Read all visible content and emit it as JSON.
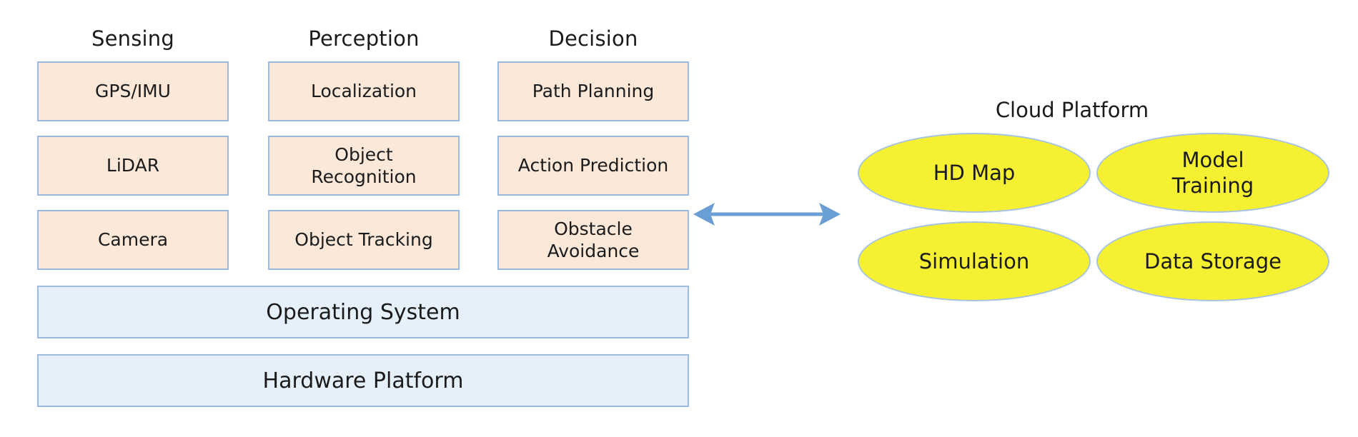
{
  "columns": [
    {
      "title": "Sensing",
      "items": [
        "GPS/IMU",
        "LiDAR",
        "Camera"
      ]
    },
    {
      "title": "Perception",
      "items": [
        "Localization",
        "Object\nRecognition",
        "Object Tracking"
      ]
    },
    {
      "title": "Decision",
      "items": [
        "Path Planning",
        "Action Prediction",
        "Obstacle\nAvoidance"
      ]
    }
  ],
  "layers": {
    "os": "Operating System",
    "hardware": "Hardware Platform"
  },
  "cloud": {
    "title": "Cloud Platform",
    "items": [
      "HD Map",
      "Model\nTraining",
      "Simulation",
      "Data Storage"
    ]
  },
  "colors": {
    "module_fill": "#fbe8d9",
    "layer_fill": "#e6f0fa",
    "border": "#9bbbe0",
    "cloud_fill": "#f5f032",
    "arrow": "#6a9fd6"
  }
}
